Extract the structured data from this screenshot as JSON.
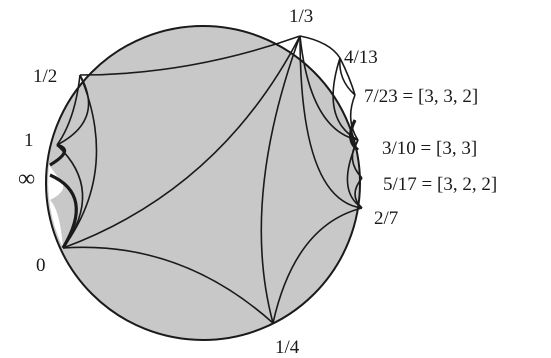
{
  "diagram": {
    "colors": {
      "disk_fill": "#c8c8c8",
      "region_fill": "#ffffff",
      "stroke": "#1a1a1a"
    },
    "labels": {
      "one_third": "1/3",
      "four_thirteenths": "4/13",
      "seven_23": "7/23 = [3, 3, 2]",
      "three_tenths": "3/10 = [3, 3]",
      "five_17": "5/17 = [3, 2, 2]",
      "two_sevenths": "2/7",
      "one_quarter": "1/4",
      "zero": "0",
      "infinity": "∞",
      "one": "1",
      "one_half": "1/2"
    }
  }
}
